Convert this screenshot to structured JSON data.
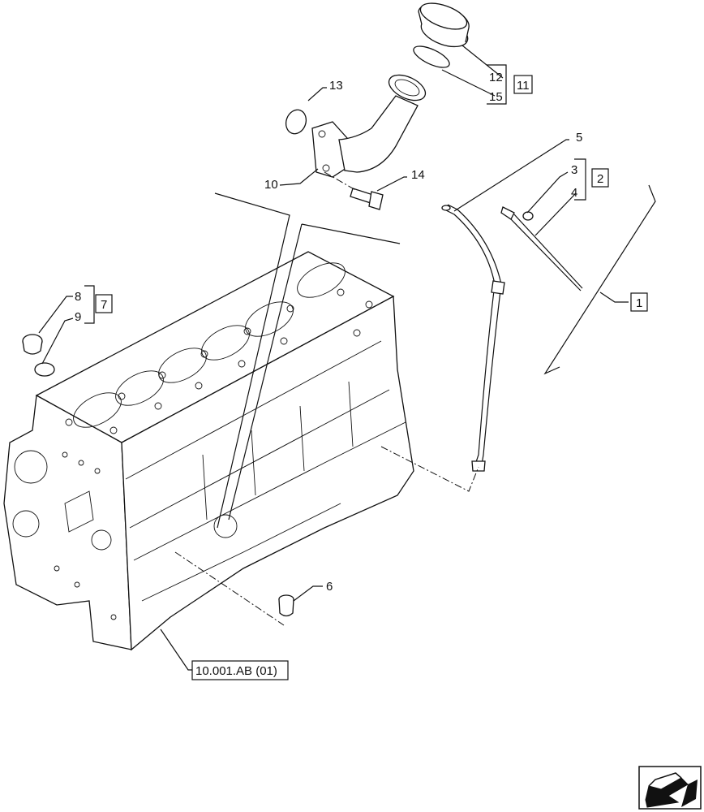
{
  "callouts": {
    "c1": "1",
    "c2": "2",
    "c3": "3",
    "c4": "4",
    "c5": "5",
    "c6": "6",
    "c7": "7",
    "c8": "8",
    "c9": "9",
    "c10": "10",
    "c11": "11",
    "c12": "12",
    "c13": "13",
    "c14": "14",
    "c15": "15"
  },
  "reference": "10.001.AB (01)",
  "icons": {
    "corner": "arrow-navigation-icon"
  }
}
